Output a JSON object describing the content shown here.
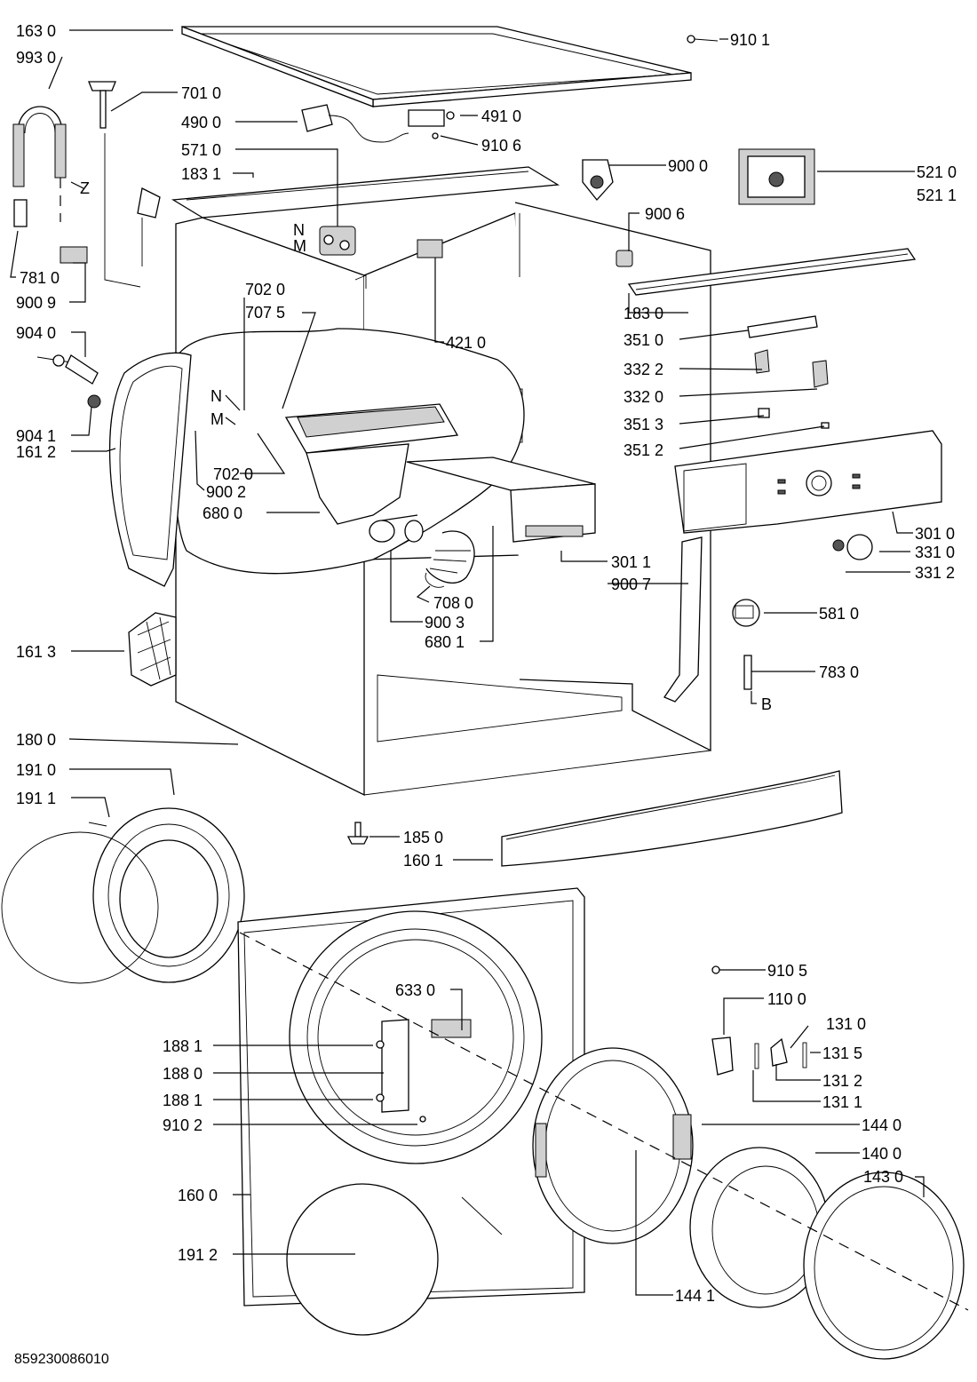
{
  "reference_number": "859230086010",
  "labels": {
    "p1630": "163 0",
    "p9930": "993 0",
    "p7010": "701 0",
    "p4900": "490 0",
    "p4910": "491 0",
    "p9101": "910 1",
    "p9106": "910 6",
    "p5710": "571 0",
    "p1831": "183 1",
    "p9000": "900 0",
    "p5210": "521 0",
    "p5211": "521 1",
    "p9006": "900 6",
    "z": "Z",
    "n1": "N",
    "m1": "M",
    "p7810": "781 0",
    "p9009": "900 9",
    "p1830": "183 0",
    "p4210": "421 0",
    "p7020a": "702 0",
    "p7075": "707 5",
    "p3510": "351 0",
    "p9040": "904 0",
    "p3322": "332 2",
    "p3320": "332 0",
    "n2": "N",
    "m2": "M",
    "p3513": "351 3",
    "p9041": "904 1",
    "p1612": "161 2",
    "p3512": "351 2",
    "p7020b": "702 0",
    "p9002": "900 2",
    "p6800": "680 0",
    "p3010": "301 0",
    "p3310": "331 0",
    "p3011": "301 1",
    "p3312": "331 2",
    "p9007": "900 7",
    "p7080": "708 0",
    "p9003": "900 3",
    "p5810": "581 0",
    "p1613": "161 3",
    "p6801": "680 1",
    "p7830": "783 0",
    "b": "B",
    "p1800": "180 0",
    "p1910": "191 0",
    "p1911": "191 1",
    "p1850": "185 0",
    "p1601": "160 1",
    "p9105": "910 5",
    "p6330": "633 0",
    "p1100": "110 0",
    "p1310": "131 0",
    "p1881a": "188 1",
    "p1315": "131 5",
    "p1880": "188 0",
    "p1312": "131 2",
    "p1881b": "188 1",
    "p1311": "131 1",
    "p9102": "910 2",
    "p1440": "144 0",
    "p1400": "140 0",
    "p1430": "143 0",
    "p1600": "160 0",
    "p1912": "191 2",
    "p1441": "144 1"
  }
}
